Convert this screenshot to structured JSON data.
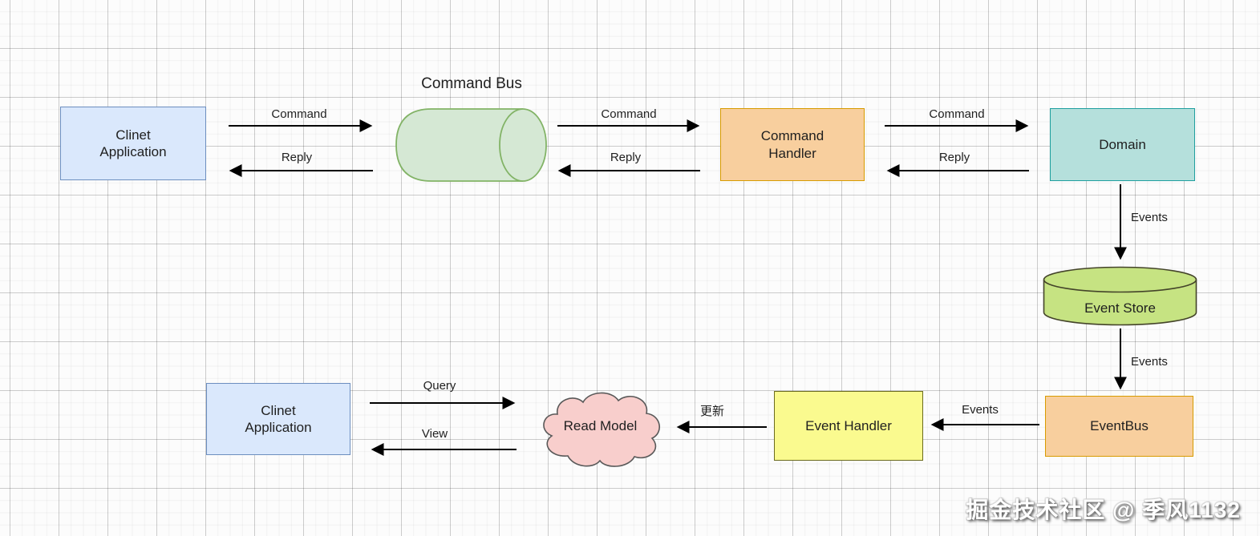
{
  "nodes": {
    "client_app_top": {
      "label": "Clinet Application",
      "shape": "rectangle",
      "fill": "#dae8fc",
      "border": "#6c8ebf"
    },
    "command_bus": {
      "label": "Command Bus",
      "shape": "horizontal-cylinder",
      "fill": "#d5e8d4",
      "border": "#82b366"
    },
    "command_handler": {
      "label": "Command Handler",
      "shape": "rectangle",
      "fill": "#f8cf9e",
      "border": "#d79b00"
    },
    "domain": {
      "label": "Domain",
      "shape": "rectangle",
      "fill": "#b5e0dc",
      "border": "#1f9f9f"
    },
    "event_store": {
      "label": "Event Store",
      "shape": "disk-cylinder",
      "fill": "#c6e382",
      "border": "#44442a"
    },
    "event_bus": {
      "label": "EventBus",
      "shape": "rectangle",
      "fill": "#f8cf9e",
      "border": "#d79b00"
    },
    "event_handler": {
      "label": "Event Handler",
      "shape": "rectangle",
      "fill": "#fafa8f",
      "border": "#6b6b1e"
    },
    "read_model": {
      "label": "Read Model",
      "shape": "cloud",
      "fill": "#f8cecc",
      "border": "#595959"
    },
    "client_app_bottom": {
      "label": "Clinet Application",
      "shape": "rectangle",
      "fill": "#dae8fc",
      "border": "#6c8ebf"
    }
  },
  "edges": {
    "client_to_bus_command": {
      "label": "Command",
      "direction": "right"
    },
    "bus_to_client_reply": {
      "label": "Reply",
      "direction": "left"
    },
    "bus_to_handler_command": {
      "label": "Command",
      "direction": "right"
    },
    "handler_to_bus_reply": {
      "label": "Reply",
      "direction": "left"
    },
    "handler_to_domain_command": {
      "label": "Command",
      "direction": "right"
    },
    "domain_to_handler_reply": {
      "label": "Reply",
      "direction": "left"
    },
    "domain_to_store_events": {
      "label": "Events",
      "direction": "down"
    },
    "store_to_eventbus_events": {
      "label": "Events",
      "direction": "down"
    },
    "eventbus_to_handler_events": {
      "label": "Events",
      "direction": "left"
    },
    "handler_to_readmodel_update": {
      "label": "更新",
      "direction": "left"
    },
    "client_to_readmodel_query": {
      "label": "Query",
      "direction": "right"
    },
    "readmodel_to_client_view": {
      "label": "View",
      "direction": "left"
    }
  },
  "watermark": {
    "text": "掘金技术社区 @ 季风1132"
  },
  "colors": {
    "arrow": "#000000",
    "text": "#1f1f1f",
    "grid_minor": "#f3f3f3",
    "grid_major": "#d6d6d6",
    "background": "#fcfcfc"
  }
}
